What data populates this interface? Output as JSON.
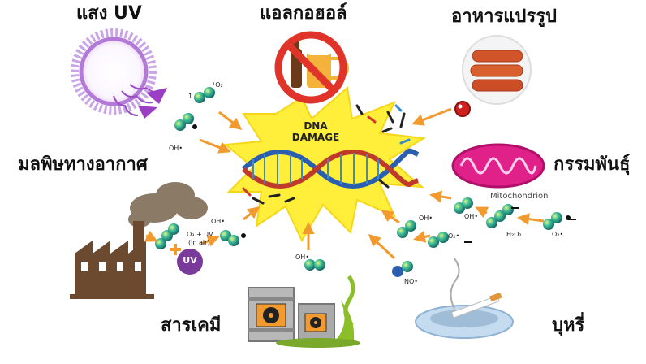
{
  "labels": {
    "uv": "แสง UV",
    "alcohol": "แอลกอฮอล์",
    "processed_food": "อาหารแปรรูป",
    "pollution": "มลพิษทางอากาศ",
    "genetics": "กรรมพันธุ์",
    "chemicals": "สารเคมี",
    "smoking": "บุหรี่"
  },
  "center": {
    "line1": "DNA",
    "line2": "DAMAGE"
  },
  "uv_badge": "UV",
  "mitochondrion_label": "Mitochondrion",
  "chem_labels": {
    "singlet_o2": "¹O₂",
    "one": "1",
    "oh_uv": "OH•",
    "o3_uv": "O₃ + UV",
    "in_air": "(in air)",
    "oh_poll": "OH•",
    "oh_chem": "OH•",
    "oh_mito1": "OH•",
    "oh_mito2": "OH•",
    "o2_1": "O₂•",
    "o2_2": "O₂•",
    "h2o2": "H₂O₂",
    "no": "NO•"
  },
  "colors": {
    "label": "#111111",
    "arrow": "#f29a2e",
    "burst": "#ffef3a",
    "molecule": "#2aa889",
    "uv_ring": "#b27ad6",
    "uv_badge": "#7a3a9a",
    "mito": "#e0218a",
    "factory": "#6b4a2f",
    "smoke": "#8a7a66"
  }
}
